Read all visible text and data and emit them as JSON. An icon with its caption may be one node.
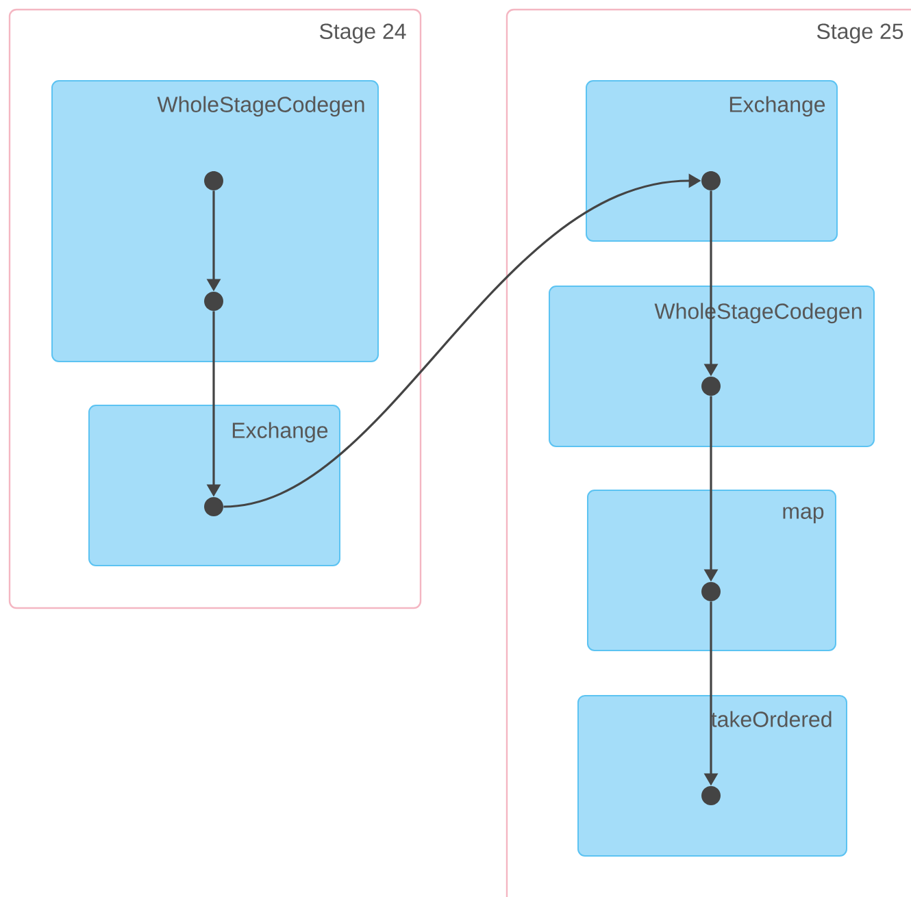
{
  "diagram": {
    "nodes": [
      {
        "text": [
          "Stage 24"
        ]
      },
      {
        "text": [
          "WholeStageCodegen"
        ],
        "in": 0
      },
      {
        "text": [],
        "shape": "circle",
        "in": 1
      },
      {
        "text": [],
        "shape": "circle",
        "in": 1
      },
      {
        "text": [
          "Exchange"
        ],
        "in": 0
      },
      {
        "text": [],
        "shape": "circle",
        "in": 4
      },
      {
        "text": [
          "Stage 25"
        ]
      },
      {
        "text": [
          "Exchange"
        ],
        "in": 6
      },
      {
        "text": [],
        "shape": "circle",
        "in": 7
      },
      {
        "text": [
          "WholeStageCodegen"
        ],
        "in": 6
      },
      {
        "text": [],
        "shape": "circle",
        "in": 9
      },
      {
        "text": [
          "map"
        ],
        "in": 6
      },
      {
        "text": [],
        "shape": "circle",
        "in": 11
      },
      {
        "text": [
          "takeOrdered"
        ],
        "in": 6
      },
      {
        "text": [],
        "shape": "circle",
        "in": 13
      }
    ],
    "edges": [
      {
        "from": 2,
        "to": 3,
        "arrow": "to"
      },
      {
        "from": 3,
        "to": 5,
        "arrow": "to"
      },
      {
        "from": 5,
        "to": 8,
        "arrow": "to"
      },
      {
        "from": 8,
        "to": 10,
        "arrow": "to"
      },
      {
        "from": 10,
        "to": 12,
        "arrow": "to"
      },
      {
        "from": 12,
        "to": 14,
        "arrow": "to"
      }
    ]
  }
}
